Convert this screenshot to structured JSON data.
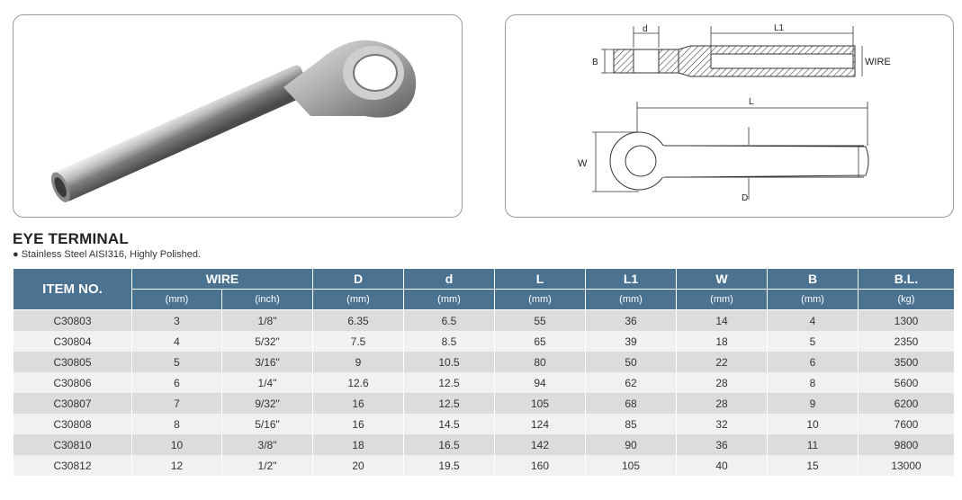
{
  "photo": {
    "icon": "eye-terminal-photo"
  },
  "drawing": {
    "labels": {
      "d": "d",
      "l1": "L1",
      "b": "B",
      "wire": "WIRE",
      "l": "L",
      "w": "W",
      "big_d": "D"
    }
  },
  "title": "EYE TERMINAL",
  "subtitle": "● Stainless Steel AISI316, Highly Polished.",
  "table": {
    "headers": [
      "ITEM NO.",
      "WIRE",
      "D",
      "d",
      "L",
      "L1",
      "W",
      "B",
      "B.L."
    ],
    "units": [
      "(mm)",
      "(inch)",
      "(mm)",
      "(mm)",
      "(mm)",
      "(mm)",
      "(mm)",
      "(mm)",
      "(kg)"
    ],
    "rows": [
      [
        "C30803",
        "3",
        "1/8\"",
        "6.35",
        "6.5",
        "55",
        "36",
        "14",
        "4",
        "1300"
      ],
      [
        "C30804",
        "4",
        "5/32\"",
        "7.5",
        "8.5",
        "65",
        "39",
        "18",
        "5",
        "2350"
      ],
      [
        "C30805",
        "5",
        "3/16\"",
        "9",
        "10.5",
        "80",
        "50",
        "22",
        "6",
        "3500"
      ],
      [
        "C30806",
        "6",
        "1/4\"",
        "12.6",
        "12.5",
        "94",
        "62",
        "28",
        "8",
        "5600"
      ],
      [
        "C30807",
        "7",
        "9/32\"",
        "16",
        "12.5",
        "105",
        "68",
        "28",
        "9",
        "6200"
      ],
      [
        "C30808",
        "8",
        "5/16\"",
        "16",
        "14.5",
        "124",
        "85",
        "32",
        "10",
        "7600"
      ],
      [
        "C30810",
        "10",
        "3/8\"",
        "18",
        "16.5",
        "142",
        "90",
        "36",
        "11",
        "9800"
      ],
      [
        "C30812",
        "12",
        "1/2\"",
        "20",
        "19.5",
        "160",
        "105",
        "40",
        "15",
        "13000"
      ]
    ]
  }
}
